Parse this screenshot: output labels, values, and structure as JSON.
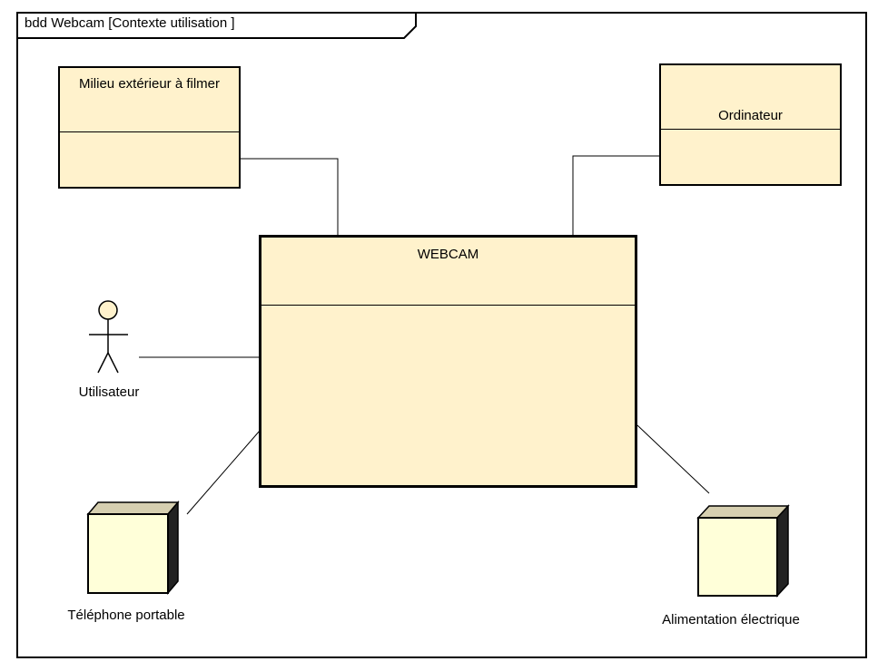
{
  "diagram": {
    "frame_title": "bdd Webcam [Contexte utilisation ]",
    "blocks": {
      "milieu": {
        "name": "Milieu extérieur à filmer"
      },
      "ordinateur": {
        "name": "Ordinateur"
      },
      "webcam": {
        "name": "WEBCAM"
      }
    },
    "actors": {
      "utilisateur": {
        "name": "Utilisateur"
      }
    },
    "nodes": {
      "telephone": {
        "name": "Téléphone portable"
      },
      "alimentation": {
        "name": "Alimentation électrique"
      }
    }
  },
  "colors": {
    "block_fill": "#fff2cc",
    "node_front": "#ffffd9",
    "node_top": "#d6cfb0",
    "node_side": "#222222",
    "actor_head": "#fff2cc",
    "line": "#000000"
  }
}
